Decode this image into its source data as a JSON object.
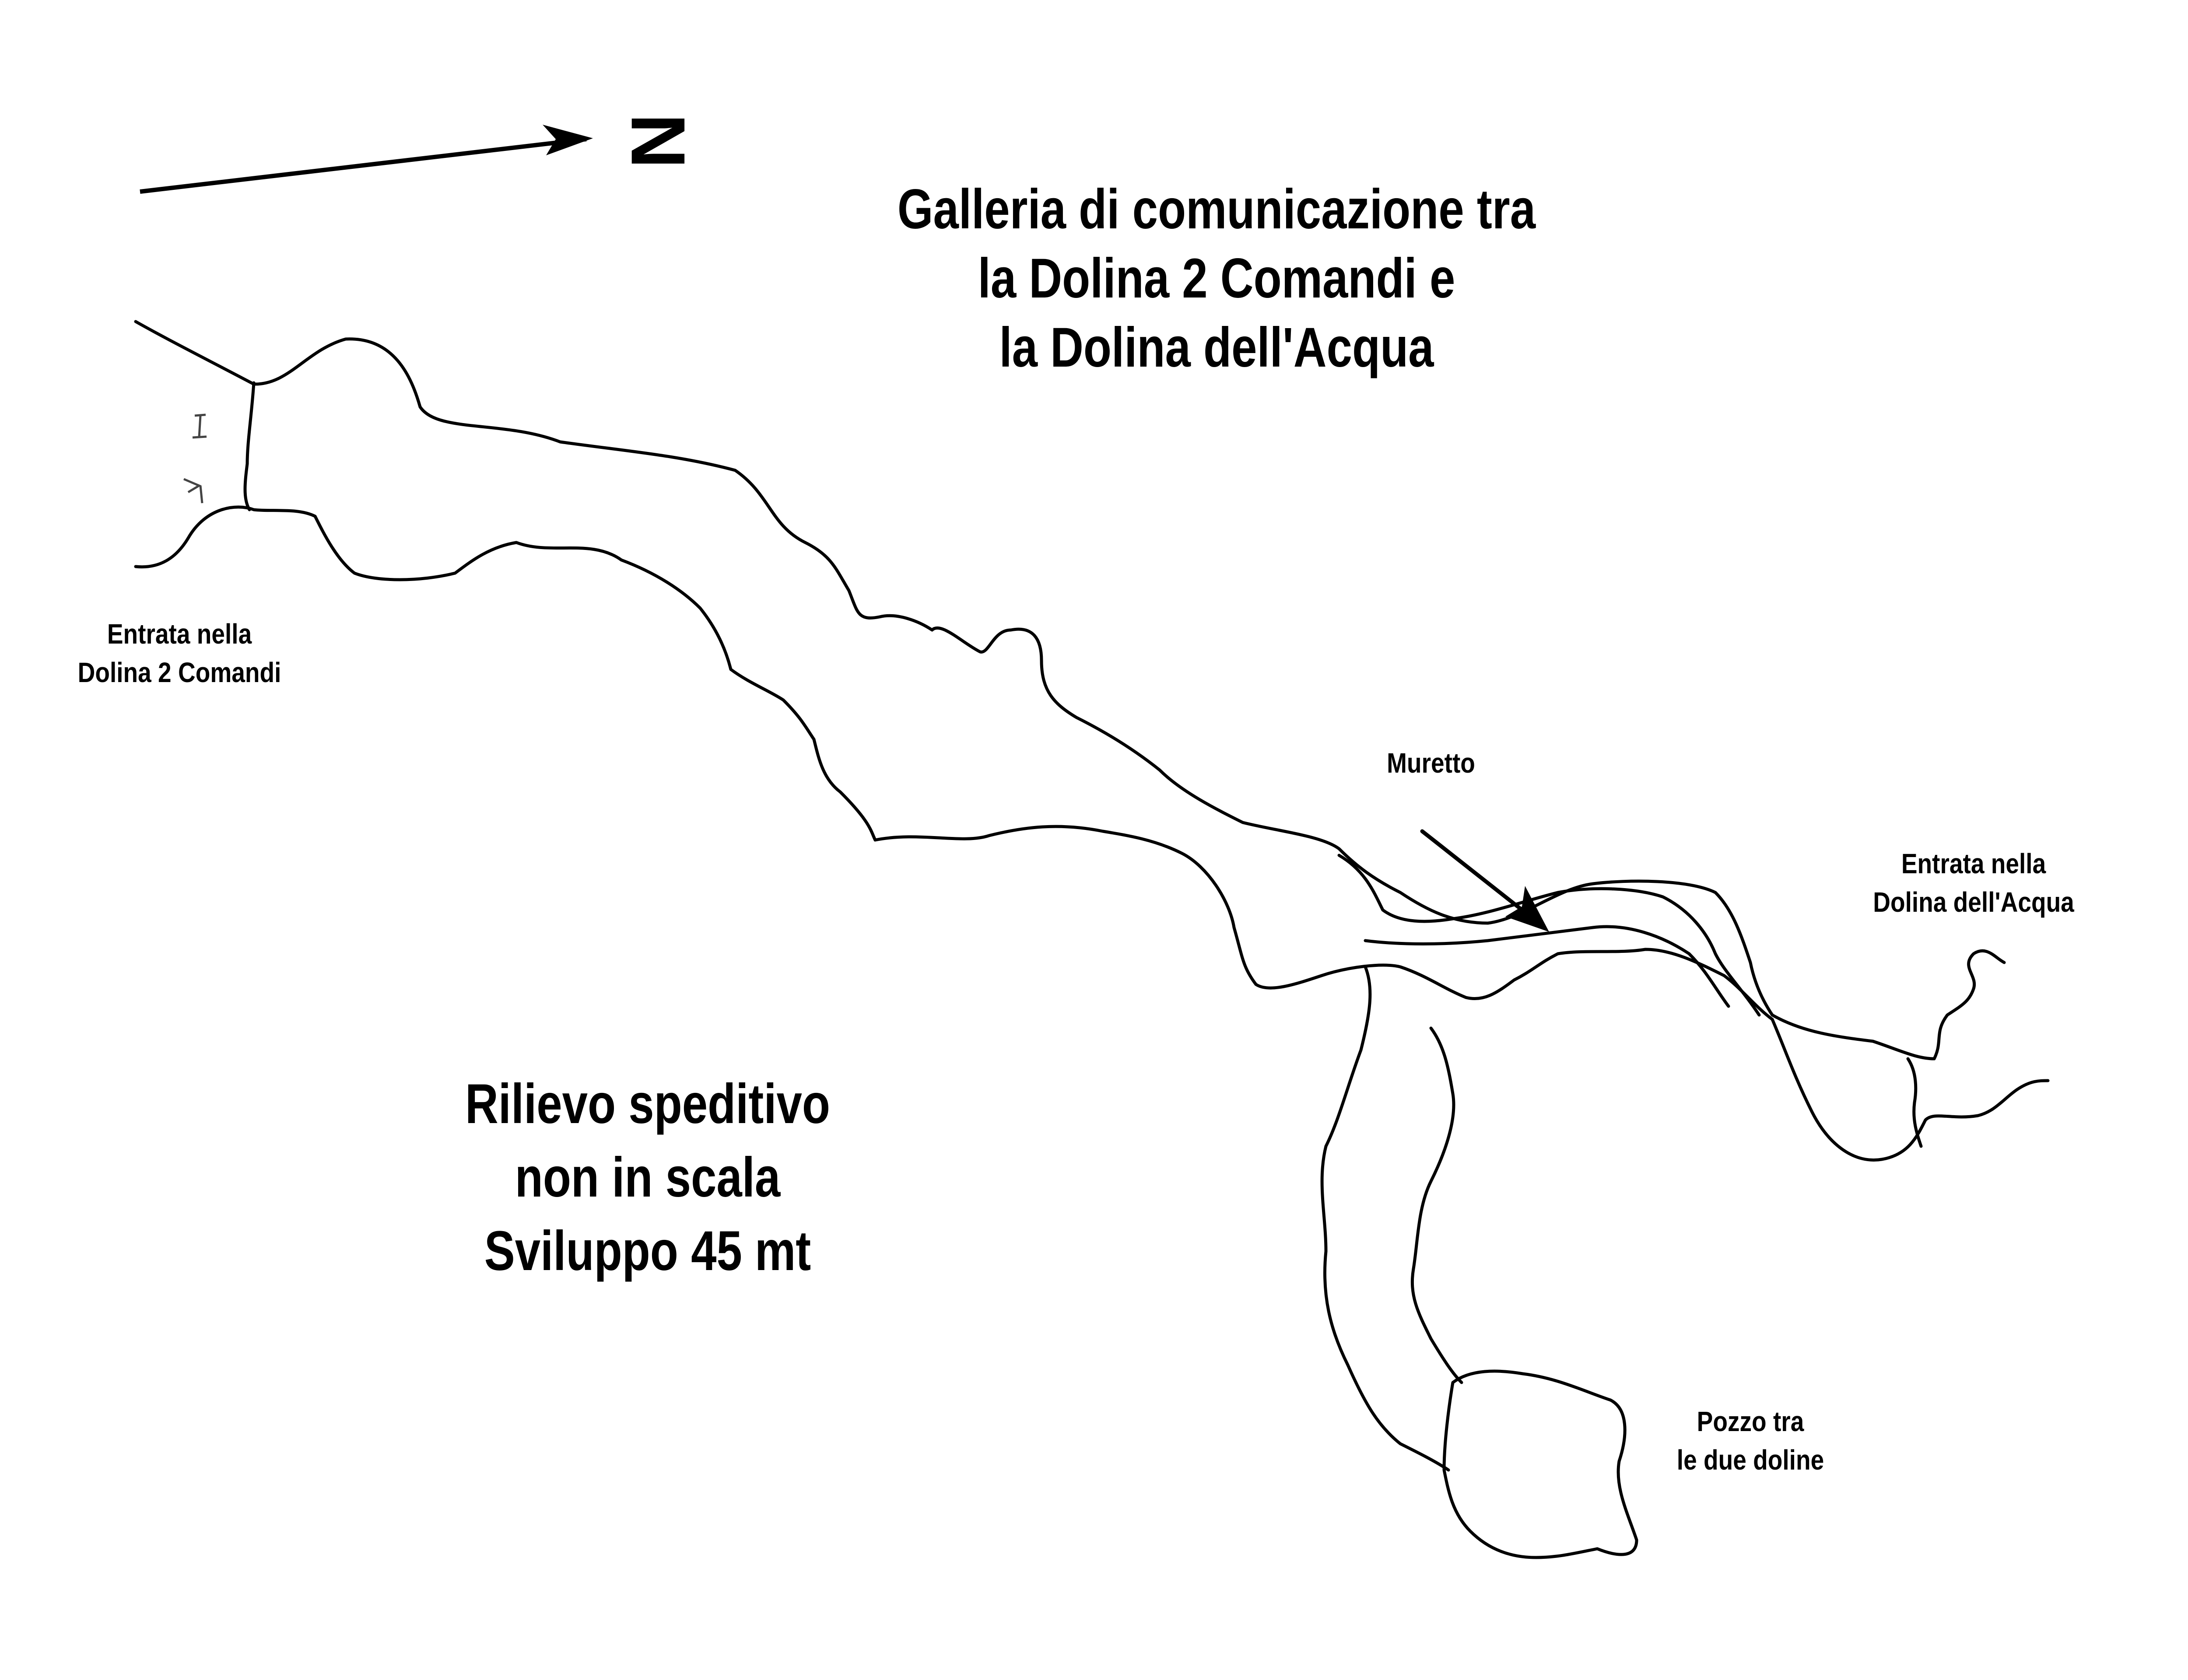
{
  "north": {
    "letter": "N"
  },
  "title": {
    "line1": "Galleria di comunicazione tra",
    "line2": "la Dolina 2 Comandi e",
    "line3": "la Dolina dell'Acqua"
  },
  "info": {
    "line1": "Rilievo speditivo",
    "line2": "non in scala",
    "line3": "Sviluppo 45 mt"
  },
  "labels": {
    "entrance_west": {
      "line1": "Entrata nella",
      "line2": "Dolina 2 Comandi"
    },
    "wall": {
      "text": "Muretto"
    },
    "entrance_east": {
      "line1": "Entrata nella",
      "line2": "Dolina dell'Acqua"
    },
    "shaft": {
      "line1": "Pozzo tra",
      "line2": "le due doline"
    }
  },
  "colors": {
    "ink": "#000000",
    "paper": "#ffffff"
  }
}
